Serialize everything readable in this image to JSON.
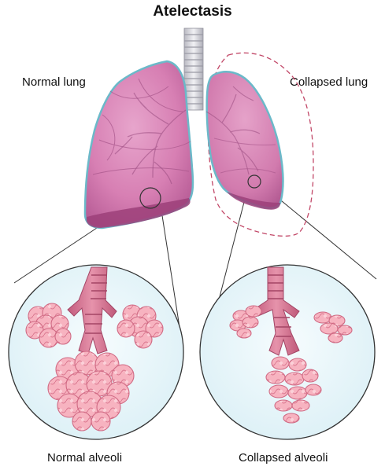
{
  "title": "Atelectasis",
  "labels": {
    "normal_lung": "Normal lung",
    "collapsed_lung": "Collapsed lung",
    "normal_alveoli": "Normal alveoli",
    "collapsed_alveoli": "Collapsed alveoli"
  },
  "colors": {
    "lung_fill": "#d782b4",
    "lung_dark": "#a24a83",
    "lung_outline": "#6bb9c9",
    "inset_bg": "#e9f6fa",
    "bronchus": "#cf6e8e",
    "alveoli": "#f4a9b8",
    "dashed": "#c24868"
  }
}
